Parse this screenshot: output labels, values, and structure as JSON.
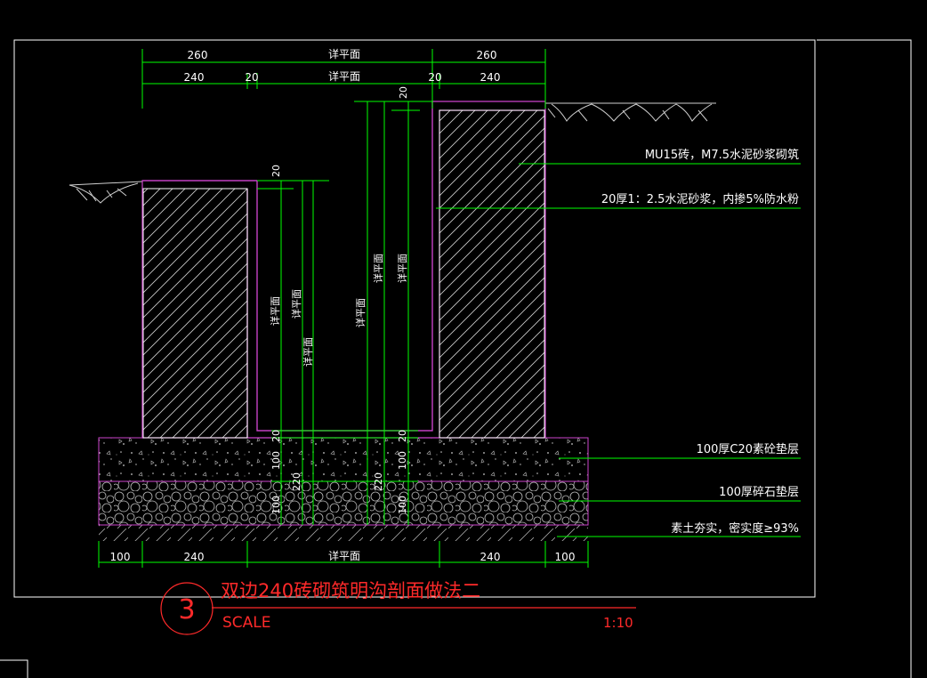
{
  "colors": {
    "background": "#000000",
    "dimension": "#00ff00",
    "outline": "#cc44cc",
    "text": "#ffffff",
    "title": "#ff2a2a",
    "frame": "#ffffff"
  },
  "top_dims": {
    "left_total": "260",
    "right_total": "260",
    "center_top": "详平面",
    "left_wall": "240",
    "left_gap": "20",
    "center_bottom": "详平面",
    "right_gap": "20",
    "right_wall": "240"
  },
  "vertical_dims": {
    "d20_a": "20",
    "d20_b": "20",
    "d20_c": "20",
    "d20_d": "20",
    "d100_a": "100",
    "d100_b": "100",
    "d220_a": "220",
    "d220_b": "220",
    "d100_c": "100",
    "d100_d": "100",
    "plan_a": "详平面",
    "plan_b": "详平面",
    "plan_c": "详平面",
    "plan_d": "详平面",
    "plan_e": "详平面",
    "plan_f": "详平面"
  },
  "bottom_dims": {
    "left_ext": "100",
    "left_wall": "240",
    "center": "详平面",
    "right_wall": "240",
    "right_ext": "100"
  },
  "notes": {
    "brick": "MU15砖，M7.5水泥砂浆砌筑",
    "plaster": "20厚1：2.5水泥砂浆，内掺5%防水粉",
    "concrete": "100厚C20素砼垫层",
    "gravel": "100厚碎石垫层",
    "soil": "素土夯实，密实度≥93%"
  },
  "title": {
    "number": "3",
    "text": "双边240砖砌筑明沟剖面做法二",
    "scale_label": "SCALE",
    "scale_value": "1:10"
  }
}
